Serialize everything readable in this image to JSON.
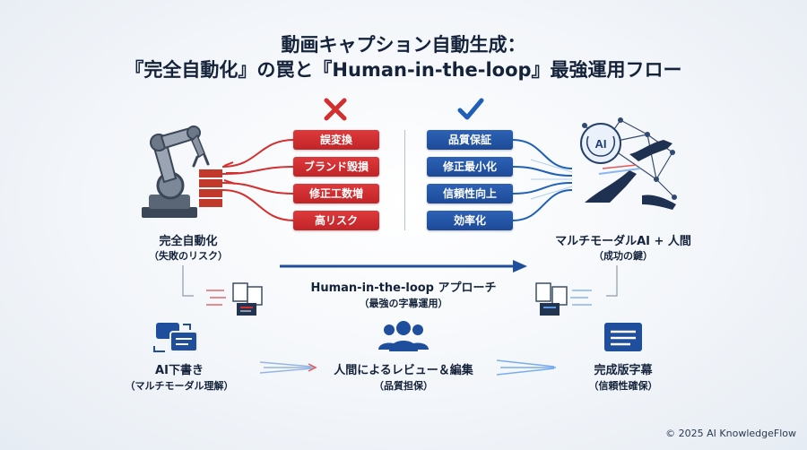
{
  "title": {
    "line1": "動画キャプション自動生成：",
    "line2": "『完全自動化』の罠と『Human-in-the-loop』最強運用フロー"
  },
  "left": {
    "label": "完全自動化",
    "sublabel": "（失敗のリスク）",
    "risks": [
      "誤変換",
      "ブランド毀損",
      "修正工数増",
      "高リスク"
    ]
  },
  "right": {
    "label": "マルチモーダルAI + 人間",
    "sublabel": "（成功の鍵）",
    "benefits": [
      "品質保証",
      "修正最小化",
      "信頼性向上",
      "効率化"
    ],
    "ai_badge": "AI"
  },
  "approach": {
    "label": "Human-in-the-loop アプローチ",
    "sublabel": "（最強の字幕運用）"
  },
  "steps": [
    {
      "label": "AI下書き",
      "sublabel": "（マルチモーダル理解）"
    },
    {
      "label": "人間によるレビュー＆編集",
      "sublabel": "（品質担保）"
    },
    {
      "label": "完成版字幕",
      "sublabel": "（信頼性確保）"
    }
  ],
  "colors": {
    "bad": "#d32f2f",
    "good": "#1f4e9c",
    "dark": "#14233a"
  },
  "icons": [
    "robot-arm-icon",
    "cross-icon",
    "check-icon",
    "ai-brain-icon",
    "document-icon",
    "group-icon",
    "subtitle-icon"
  ],
  "copyright": "© 2025 AI KnowledgeFlow"
}
